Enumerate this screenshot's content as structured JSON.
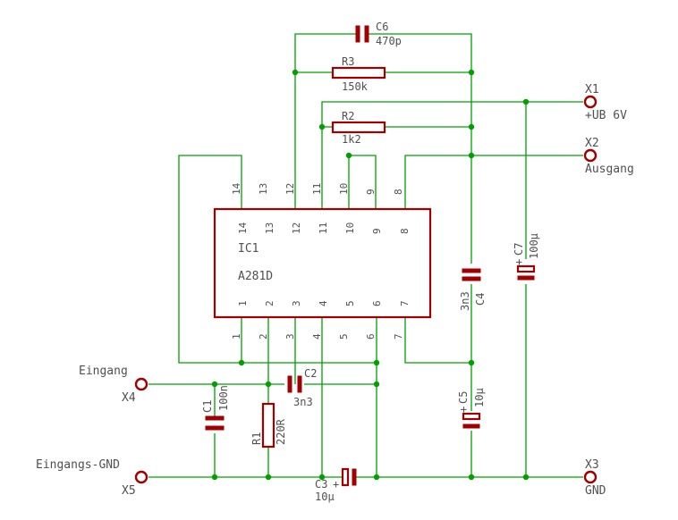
{
  "ic": {
    "name": "IC1",
    "value": "A281D",
    "pins_top": [
      "14",
      "13",
      "12",
      "11",
      "10",
      "9",
      "8"
    ],
    "pins_bottom": [
      "1",
      "2",
      "3",
      "4",
      "5",
      "6",
      "7"
    ]
  },
  "components": {
    "c1": {
      "name": "C1",
      "value": "100n"
    },
    "c2": {
      "name": "C2",
      "value": "3n3"
    },
    "c3": {
      "name": "C3",
      "value": "10µ"
    },
    "c4": {
      "name": "C4",
      "value": "3n3"
    },
    "c5": {
      "name": "C5",
      "value": "10µ"
    },
    "c6": {
      "name": "C6",
      "value": "470p"
    },
    "c7": {
      "name": "C7",
      "value": "100µ"
    },
    "r1": {
      "name": "R1",
      "value": "220R"
    },
    "r2": {
      "name": "R2",
      "value": "1k2"
    },
    "r3": {
      "name": "R3",
      "value": "150k"
    }
  },
  "connectors": {
    "x1": {
      "name": "X1",
      "value": "+UB 6V"
    },
    "x2": {
      "name": "X2",
      "value": "Ausgang"
    },
    "x3": {
      "name": "X3",
      "value": "GND"
    },
    "x4": {
      "name": "X4",
      "value": "Eingang"
    },
    "x5": {
      "name": "X5",
      "value": "Eingangs-GND"
    }
  },
  "symbols": {
    "plus": "+"
  },
  "colors": {
    "wire": "#00a000",
    "part": "#a00000",
    "text": "#505050",
    "background": "#ffffff"
  }
}
